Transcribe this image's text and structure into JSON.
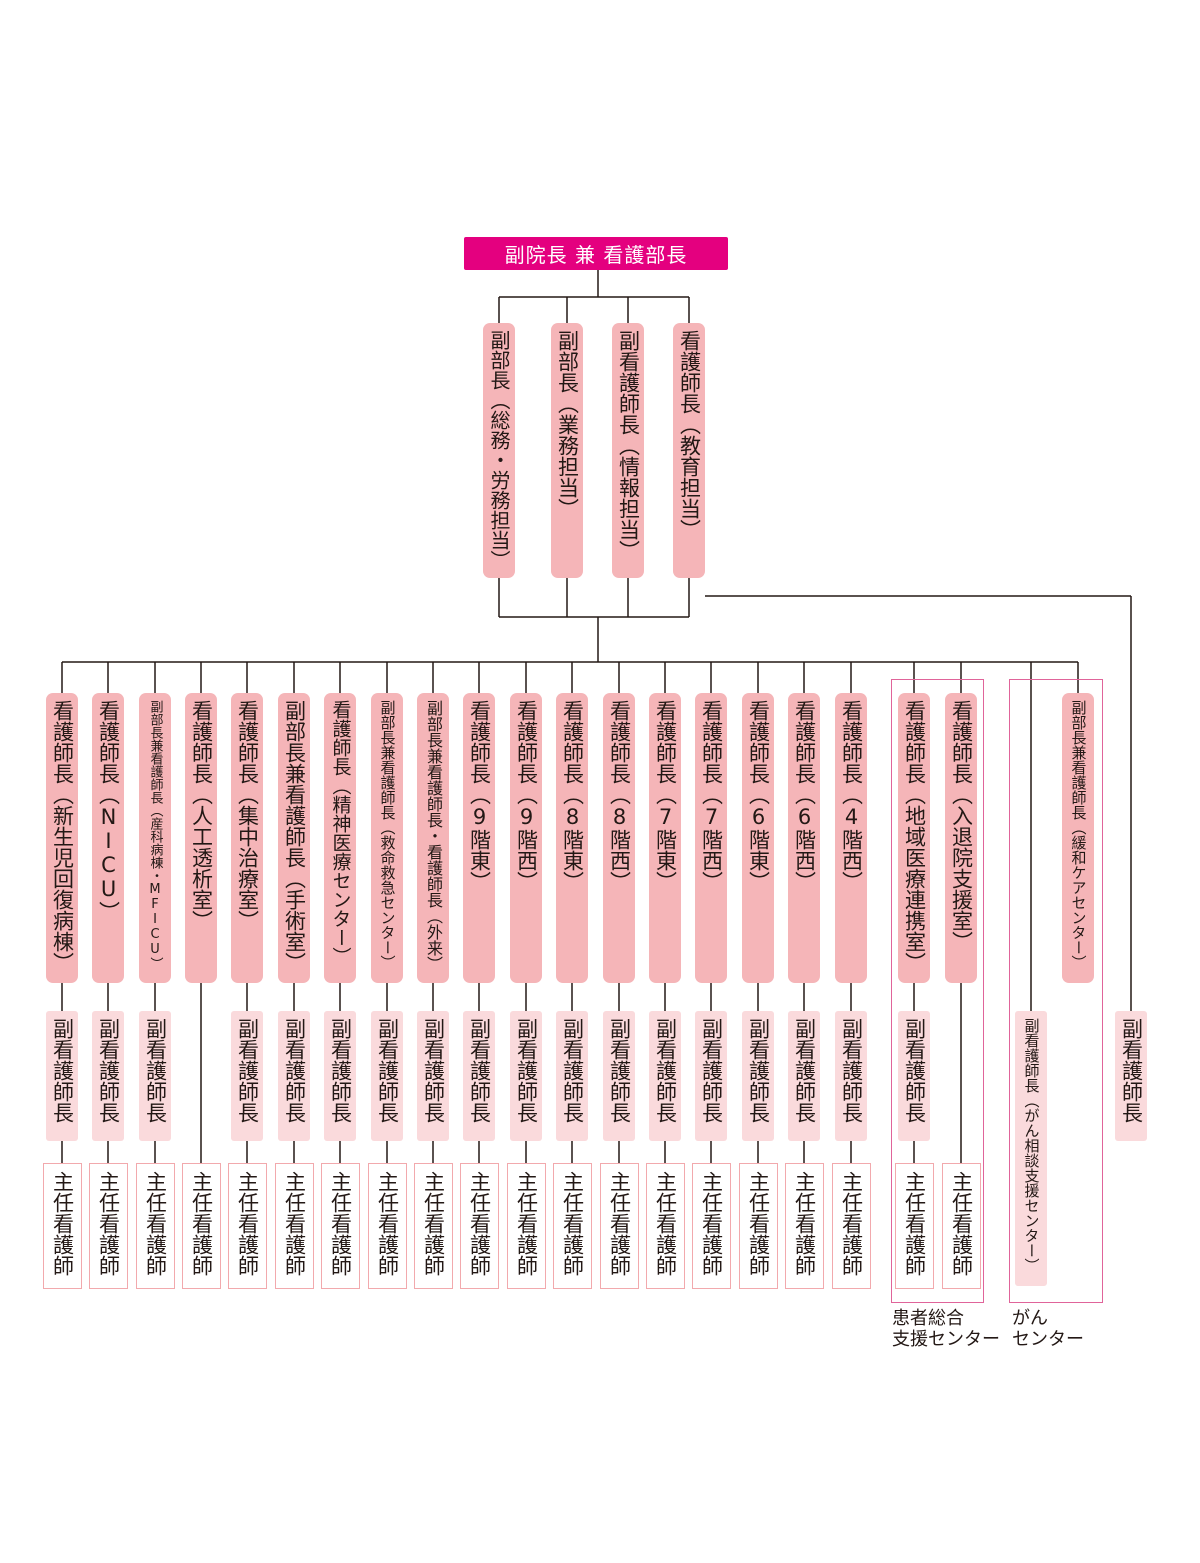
{
  "top": {
    "label": "副院長 兼 看護部長"
  },
  "deputies": [
    "副部長（総務・労務担当）",
    "副部長（業務担当）",
    "副看護師長（情報担当）",
    "看護師長（教育担当）"
  ],
  "columns": [
    {
      "head": "看護師長（新生児回復病棟）",
      "mid": "副看護師長",
      "bottom": "主任看護師"
    },
    {
      "head": "看護師長（NICU）",
      "mid": "副看護師長",
      "bottom": "主任看護師"
    },
    {
      "head": "副部長兼看護師長（産科病棟・MFICU）",
      "mid": "副看護師長",
      "bottom": "主任看護師"
    },
    {
      "head": "看護師長（人工透析室）",
      "mid": "",
      "bottom": "主任看護師"
    },
    {
      "head": "看護師長（集中治療室）",
      "mid": "副看護師長",
      "bottom": "主任看護師"
    },
    {
      "head": "副部長兼看護師長（手術室）",
      "mid": "副看護師長",
      "bottom": "主任看護師"
    },
    {
      "head": "看護師長（精神医療センター）",
      "mid": "副看護師長",
      "bottom": "主任看護師"
    },
    {
      "head": "副部長兼看護師長（救命救急センター）",
      "mid": "副看護師長",
      "bottom": "主任看護師"
    },
    {
      "head": "副部長兼看護師長・看護師長（外来）",
      "mid": "副看護師長",
      "bottom": "主任看護師"
    },
    {
      "head": "看護師長（9階東）",
      "mid": "副看護師長",
      "bottom": "主任看護師"
    },
    {
      "head": "看護師長（9階西）",
      "mid": "副看護師長",
      "bottom": "主任看護師"
    },
    {
      "head": "看護師長（8階東）",
      "mid": "副看護師長",
      "bottom": "主任看護師"
    },
    {
      "head": "看護師長（8階西）",
      "mid": "副看護師長",
      "bottom": "主任看護師"
    },
    {
      "head": "看護師長（7階東）",
      "mid": "副看護師長",
      "bottom": "主任看護師"
    },
    {
      "head": "看護師長（7階西）",
      "mid": "副看護師長",
      "bottom": "主任看護師"
    },
    {
      "head": "看護師長（6階東）",
      "mid": "副看護師長",
      "bottom": "主任看護師"
    },
    {
      "head": "看護師長（6階西）",
      "mid": "副看護師長",
      "bottom": "主任看護師"
    },
    {
      "head": "看護師長（4階西）",
      "mid": "副看護師長",
      "bottom": "主任看護師"
    },
    {
      "head": "看護師長（地域医療連携室）",
      "mid": "副看護師長",
      "bottom": "主任看護師"
    },
    {
      "head": "看護師長（入退院支援室）",
      "mid": "",
      "bottom": "主任看護師"
    }
  ],
  "cancer_center": {
    "head": "副部長兼看護師長（緩和ケアセンター）",
    "sub": "副看護師長（がん相談支援センター）"
  },
  "standalone": {
    "label": "副看護師長"
  },
  "groups": {
    "patient_support": "患者総合\n支援センター",
    "cancer": "がん\nセンター"
  },
  "colors": {
    "accent": "#e4007f",
    "box_dark": "#f5b5b8",
    "box_mid": "#fadadc",
    "frame": "#e0649a"
  }
}
